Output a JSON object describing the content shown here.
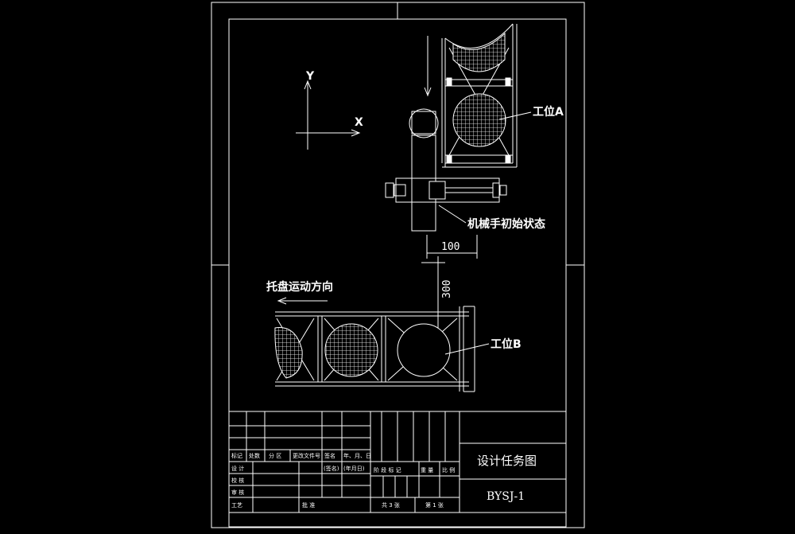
{
  "drawing": {
    "axis_x": "X",
    "axis_y": "Y",
    "station_a": "工位A",
    "station_b": "工位B",
    "robot_initial_state": "机械手初始状态",
    "pallet_direction": "托盘运动方向",
    "dim_horizontal": "100",
    "dim_vertical": "300"
  },
  "title_block": {
    "drawing_title": "设计任务图",
    "drawing_code": "BYSJ-1",
    "row_labels": [
      "标记",
      "处数",
      "分 区",
      "更改文件号",
      "签名",
      "年、月、日"
    ],
    "design": "设 计",
    "standardized": "(签名)",
    "date_paren": "(年月日)",
    "check": "校 核",
    "process": "审 核",
    "approve": "工艺",
    "ratify": "批 准",
    "stage_labels": [
      "阶 段 标 记",
      "重 量",
      "比 例"
    ],
    "sheet_total": "共 3 张",
    "sheet_num": "第 1 张"
  },
  "colors": {
    "background": "#000000",
    "lines": "#ffffff"
  }
}
